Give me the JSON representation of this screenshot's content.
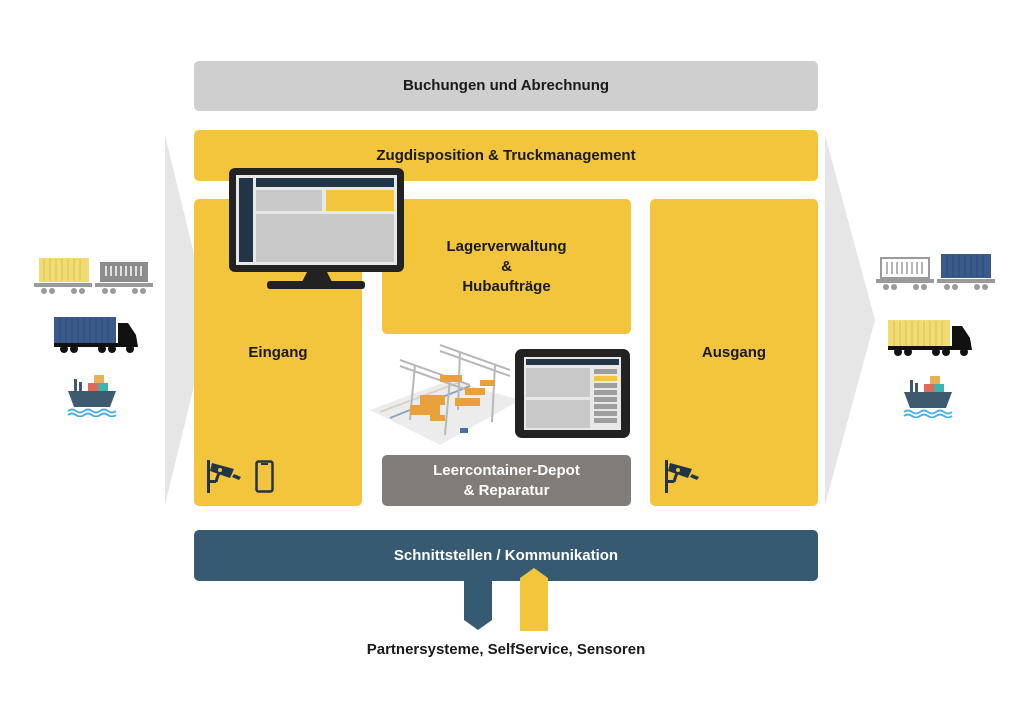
{
  "colors": {
    "yellow": "#f2c53d",
    "light_gray": "#d0cfcf",
    "dark_blue": "#365a72",
    "taupe": "#817c78",
    "arrow_gray": "#e6e6e6",
    "navy_icon": "#213547"
  },
  "top_bar": {
    "label": "Buchungen und Abrechnung"
  },
  "dispatch_bar": {
    "label": "Zugdisposition & Truckmanagement"
  },
  "inbound": {
    "label": "Eingang",
    "icons": [
      "security-camera-icon",
      "smartphone-icon"
    ]
  },
  "storage": {
    "line1": "Lagerverwaltung",
    "line2": "&",
    "line3": "Hubaufträge"
  },
  "depot": {
    "line1": "Leercontainer-Depot",
    "line2": "& Reparatur"
  },
  "outbound": {
    "label": "Ausgang",
    "icons": [
      "security-camera-icon"
    ]
  },
  "interfaces_bar": {
    "label": "Schnittstellen / Kommunikation"
  },
  "footer": {
    "label": "Partnersysteme, SelfService, Sensoren"
  },
  "transport_left": [
    "train-icon",
    "truck-icon",
    "ship-icon"
  ],
  "transport_right": [
    "train-icon",
    "truck-icon",
    "ship-icon"
  ]
}
